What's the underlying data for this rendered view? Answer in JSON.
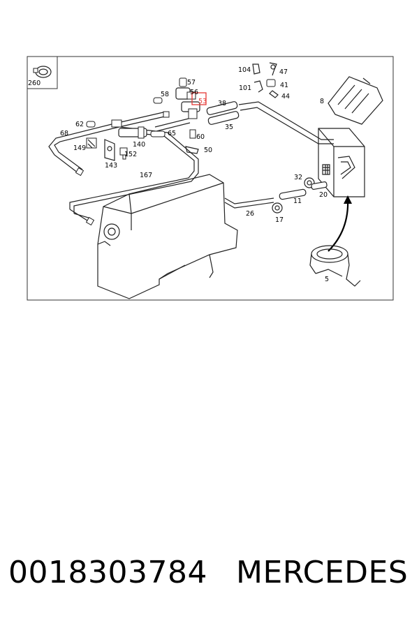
{
  "diagram": {
    "labels": {
      "l260": "260",
      "l104": "104",
      "l47": "47",
      "l101": "101",
      "l41": "41",
      "l44": "44",
      "l57": "57",
      "l58": "58",
      "l56": "56",
      "l53": "53",
      "l38": "38",
      "l35": "35",
      "l8": "8",
      "l62": "62",
      "l68": "68",
      "l60": "60",
      "l65": "65",
      "l149": "149",
      "l140": "140",
      "l152": "152",
      "l50": "50",
      "l143": "143",
      "l167": "167",
      "l32": "32",
      "l11": "11",
      "l20": "20",
      "l26": "26",
      "l17": "17",
      "l5": "5"
    },
    "highlight_color": "#e53935"
  },
  "footer": {
    "part_number": "0018303784",
    "brand": "MERCEDES"
  }
}
